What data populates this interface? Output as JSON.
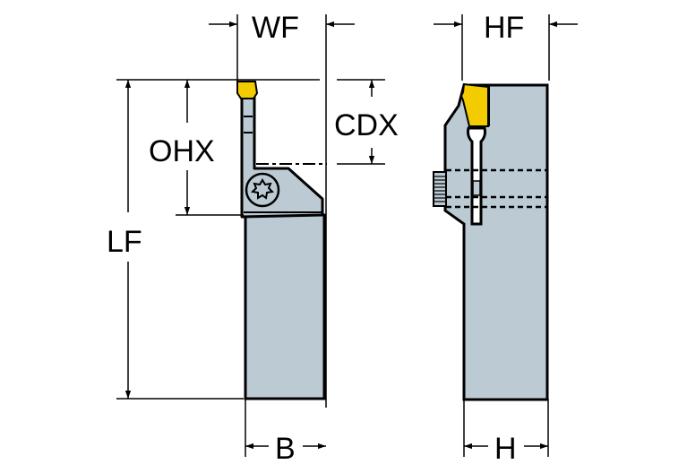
{
  "diagram": {
    "title": "Grooving tool holder dimensions",
    "colors": {
      "body": "#bccad3",
      "insert": "#f2cc00",
      "outline": "#000000",
      "background": "#ffffff"
    },
    "labels": {
      "wf": "WF",
      "hf": "HF",
      "cdx": "CDX",
      "ohx": "OHX",
      "lf": "LF",
      "b": "B",
      "h": "H"
    },
    "views": {
      "front": "front-view",
      "side": "side-view"
    }
  }
}
